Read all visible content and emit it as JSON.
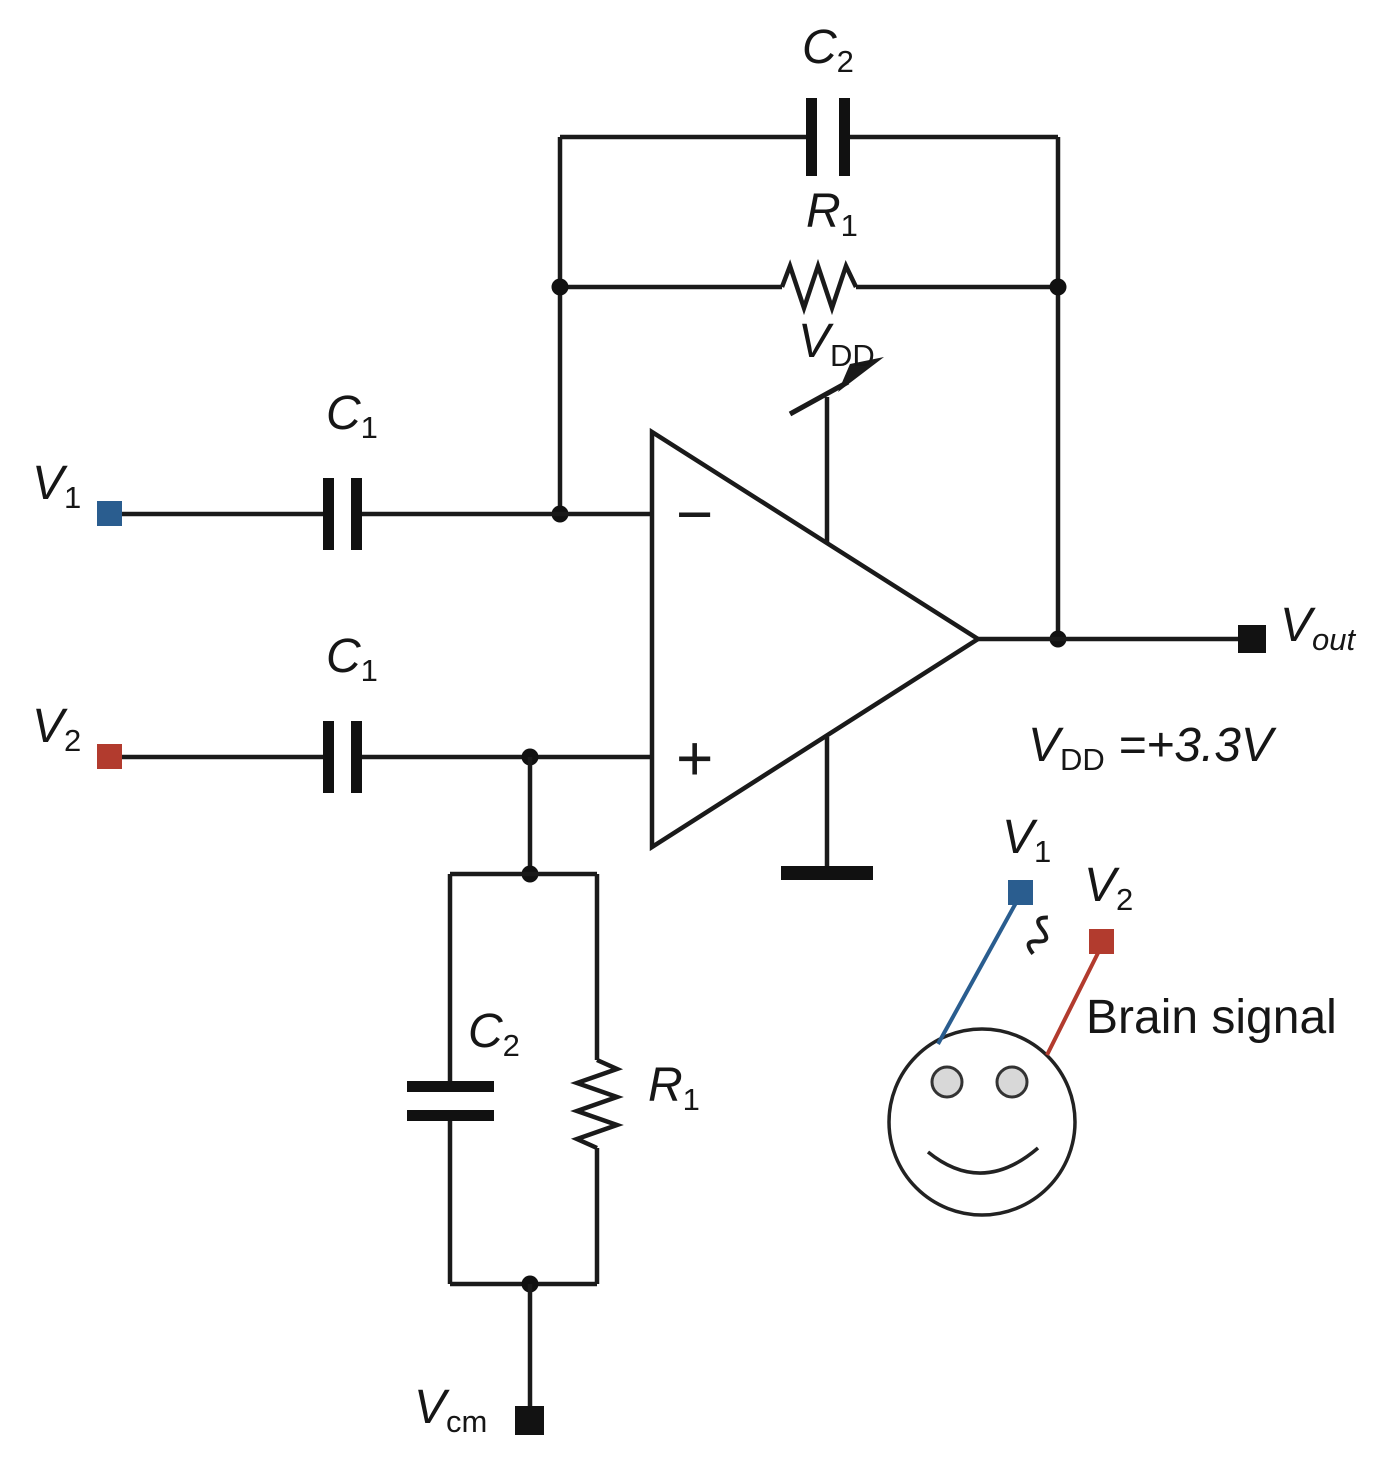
{
  "figure": {
    "type": "circuit-schematic",
    "description": "Capacitively coupled amplifier circuit for brain signal acquisition with op-amp, RC feedback networks, electrode inputs on a head"
  },
  "labels": {
    "c2_feedback": {
      "main": "C",
      "sub": "2"
    },
    "r1_feedback": {
      "main": "R",
      "sub": "1"
    },
    "vdd_supply": {
      "main": "V",
      "sub": "DD"
    },
    "c1_upper": {
      "main": "C",
      "sub": "1"
    },
    "v1_input": {
      "main": "V",
      "sub": "1"
    },
    "c1_lower": {
      "main": "C",
      "sub": "1"
    },
    "v2_input": {
      "main": "V",
      "sub": "2"
    },
    "v_out": {
      "main": "V",
      "sub": "out"
    },
    "vdd_value": {
      "main": "V",
      "sub": "DD",
      "rest": " =+3.3V"
    },
    "c2_shunt": {
      "main": "C",
      "sub": "2"
    },
    "r1_shunt": {
      "main": "R",
      "sub": "1"
    },
    "v_cm": {
      "main": "V",
      "sub": "cm"
    },
    "v1_electrode": {
      "main": "V",
      "sub": "1"
    },
    "v2_electrode": {
      "main": "V",
      "sub": "2"
    },
    "brain_signal": "Brain signal"
  },
  "opamp": {
    "inverting_input": "−",
    "noninverting_input": "+"
  },
  "colors": {
    "wire": "#1a1a1a",
    "v1_terminal_blue": "#2a5d8f",
    "v2_terminal_red": "#b23b2e",
    "terminal_black": "#121212",
    "eye_fill": "#d8d8d8"
  }
}
